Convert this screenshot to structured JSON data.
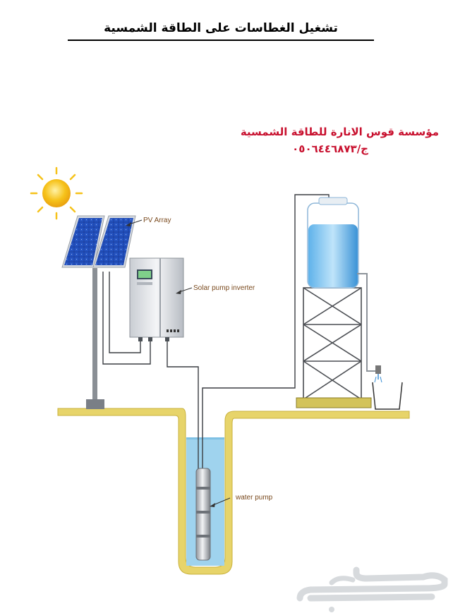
{
  "header": {
    "title": "تشغيل الغطاسات على الطاقة الشمسية"
  },
  "company": {
    "name": "مؤسسة قوس الانارة للطاقة الشمسية",
    "phone": "ج/٠٥٠٦٤٤٦٨٧٣"
  },
  "labels": {
    "pv_array": "PV Array",
    "inverter": "Solar pump inverter",
    "pump": "water pump"
  },
  "watermark": {
    "text": "حراج"
  },
  "colors": {
    "ground": "#e7d46a",
    "ground_edge": "#c9b23e",
    "water": "#9fd3ee",
    "tank_water": "#1f86d1",
    "panel": "#1b3fa0",
    "sun": "#f6c21a",
    "label": "#7a4a1e",
    "accent_red": "#c8102e"
  }
}
